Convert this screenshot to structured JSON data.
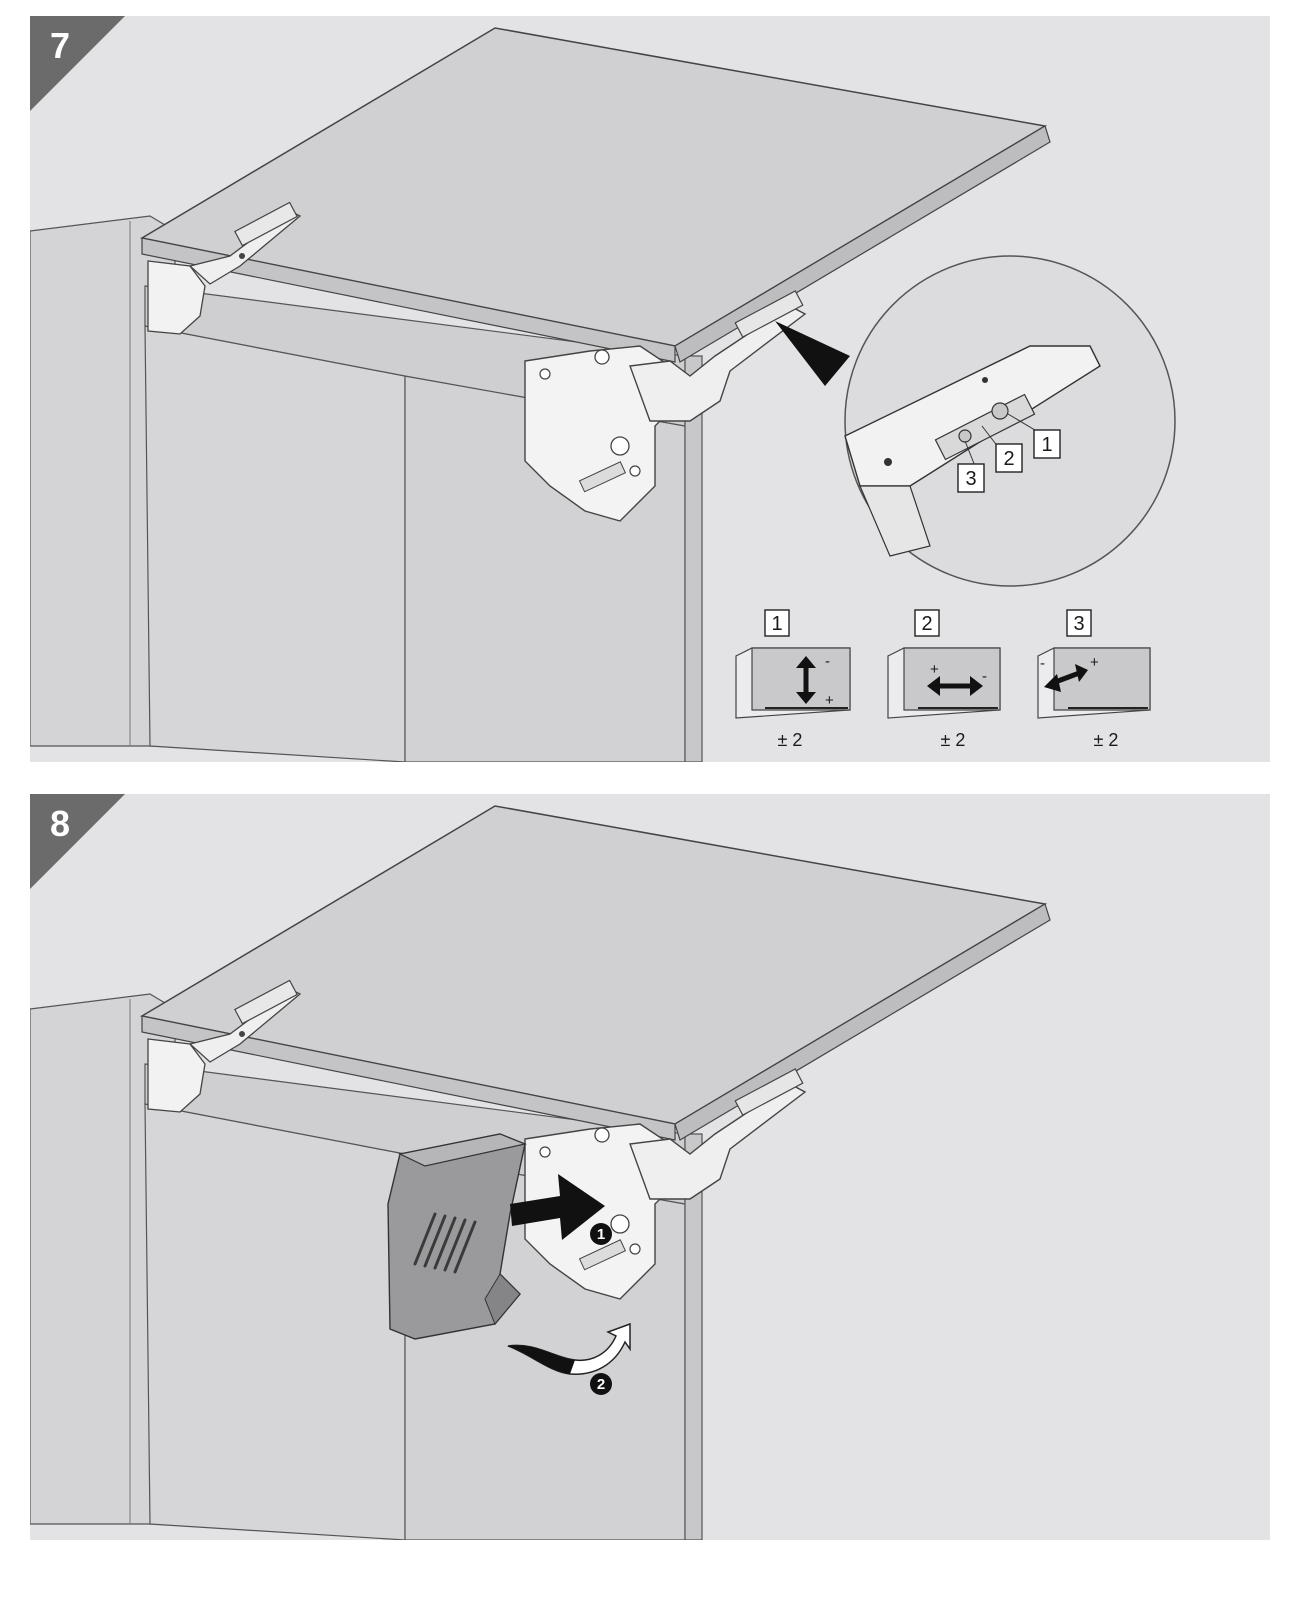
{
  "steps": [
    {
      "number": "7",
      "detail_callouts": [
        "1",
        "2",
        "3"
      ],
      "adjustments": [
        {
          "label": "1",
          "tolerance": "± 2",
          "direction": "vertical",
          "minus": "-",
          "plus": "+"
        },
        {
          "label": "2",
          "tolerance": "± 2",
          "direction": "horizontal",
          "minus": "-",
          "plus": "+"
        },
        {
          "label": "3",
          "tolerance": "± 2",
          "direction": "depth",
          "minus": "-",
          "plus": "+"
        }
      ]
    },
    {
      "number": "8",
      "action_markers": [
        "1",
        "2"
      ]
    }
  ],
  "colors": {
    "background": "#e3e3e5",
    "cabinet": "#d4d4d6",
    "door": "#d0d0d2",
    "outline": "#4a4a4a",
    "mechanism": "#f2f2f2",
    "cover": "#9a9a9c",
    "step_badge": "#6b6b6b",
    "arrow": "#111111"
  },
  "icons": [
    "detail-magnifier",
    "adjust-vertical-arrow-icon",
    "adjust-horizontal-arrow-icon",
    "adjust-depth-arrow-icon",
    "push-arrow-icon",
    "swing-arrow-icon"
  ]
}
